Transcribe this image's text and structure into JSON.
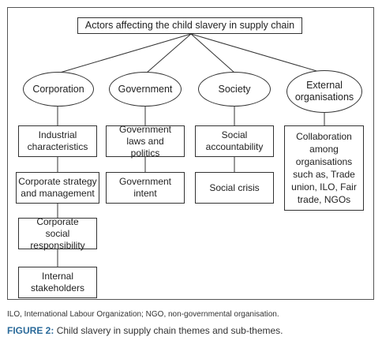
{
  "root": "Actors affecting the child slavery in supply chain",
  "themes": {
    "corporation": "Corporation",
    "government": "Government",
    "society": "Society",
    "external": "External organisations"
  },
  "subthemes": {
    "corporation": [
      "Industrial characteristics",
      "Corporate strategy and management",
      "Corporate social responsibility",
      "Internal stakeholders"
    ],
    "government": [
      "Government laws and politics",
      "Government intent"
    ],
    "society": [
      "Social accountability",
      "Social crisis"
    ],
    "external": [
      "Collaboration among organisations such as, Trade union, ILO, Fair trade, NGOs"
    ]
  },
  "footnote": "ILO, International Labour Organization; NGO, non-governmental organisation.",
  "caption": {
    "label": "FIGURE 2:",
    "text": "Child slavery in supply chain themes and sub-themes."
  },
  "colors": {
    "caption_label": "#2a6a9a",
    "line": "#333333"
  }
}
